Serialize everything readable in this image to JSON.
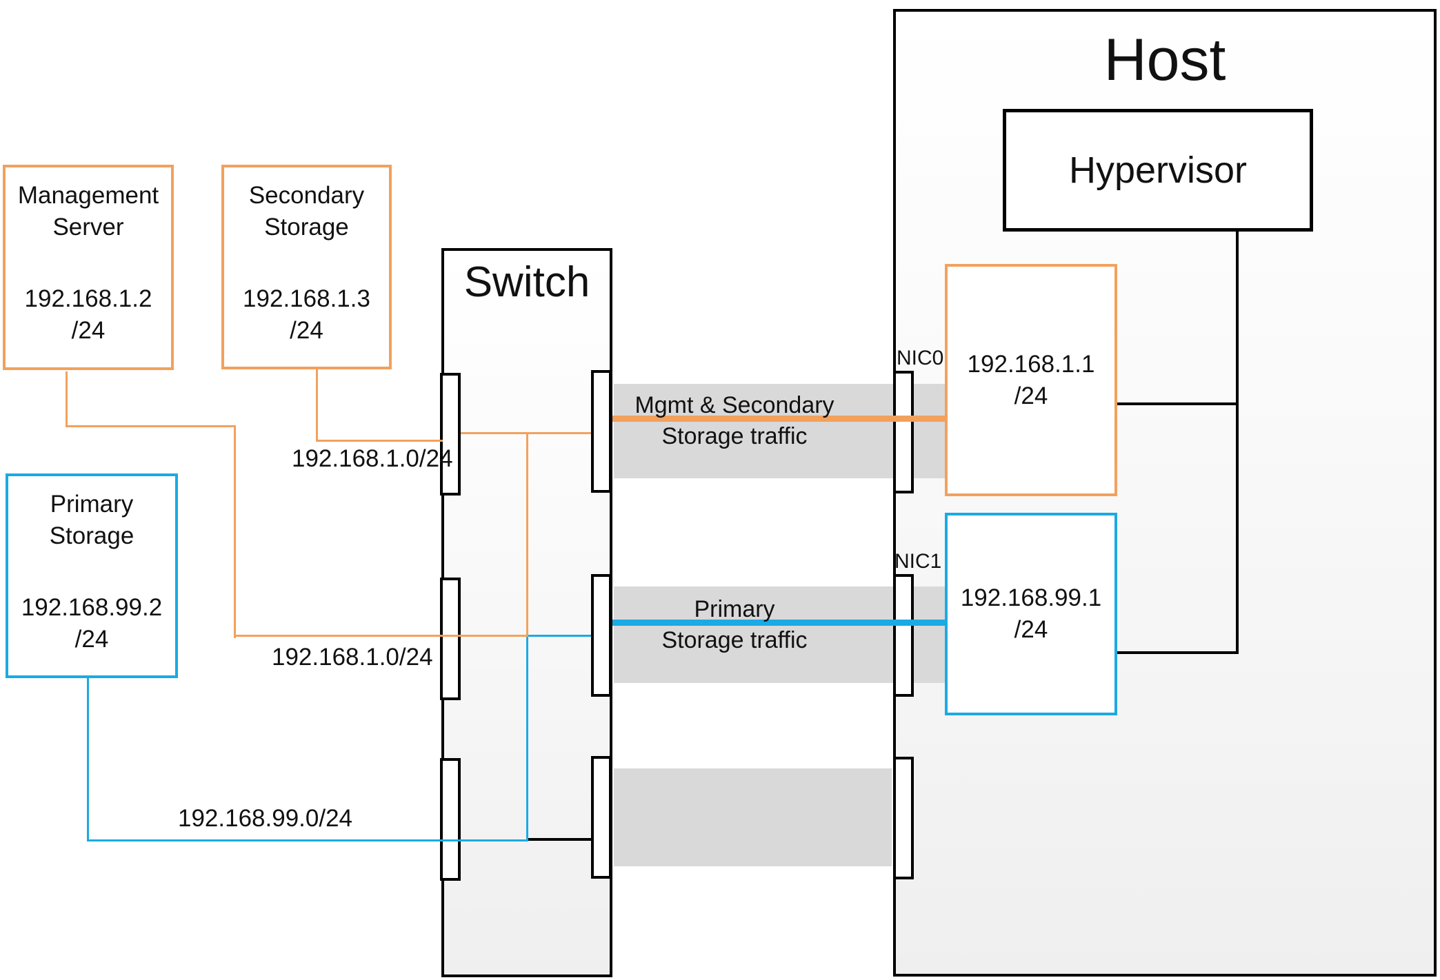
{
  "colors": {
    "orange": "#F2A15C",
    "blue": "#1BAAE3",
    "band": "#D9D9D9",
    "ink": "#111111"
  },
  "nodes": {
    "management": {
      "label": "Management\nServer",
      "ip": "192.168.1.2\n/24"
    },
    "secondary": {
      "label": "Secondary\nStorage",
      "ip": "192.168.1.3\n/24"
    },
    "primary": {
      "label": "Primary\nStorage",
      "ip": "192.168.99.2\n/24"
    },
    "switch": {
      "label": "Switch"
    },
    "host": {
      "label": "Host"
    },
    "hypervisor": {
      "label": "Hypervisor"
    },
    "nic0": {
      "port_label": "NIC0",
      "ip": "192.168.1.1\n/24"
    },
    "nic1": {
      "port_label": "NIC1",
      "ip": "192.168.99.1\n/24"
    }
  },
  "network_labels": {
    "secondary_link": "192.168.1.0/24",
    "management_link": "192.168.1.0/24",
    "primary_link": "192.168.99.0/24"
  },
  "traffic_labels": {
    "mgmt_secondary": "Mgmt & Secondary\nStorage traffic",
    "primary": "Primary\nStorage traffic"
  }
}
